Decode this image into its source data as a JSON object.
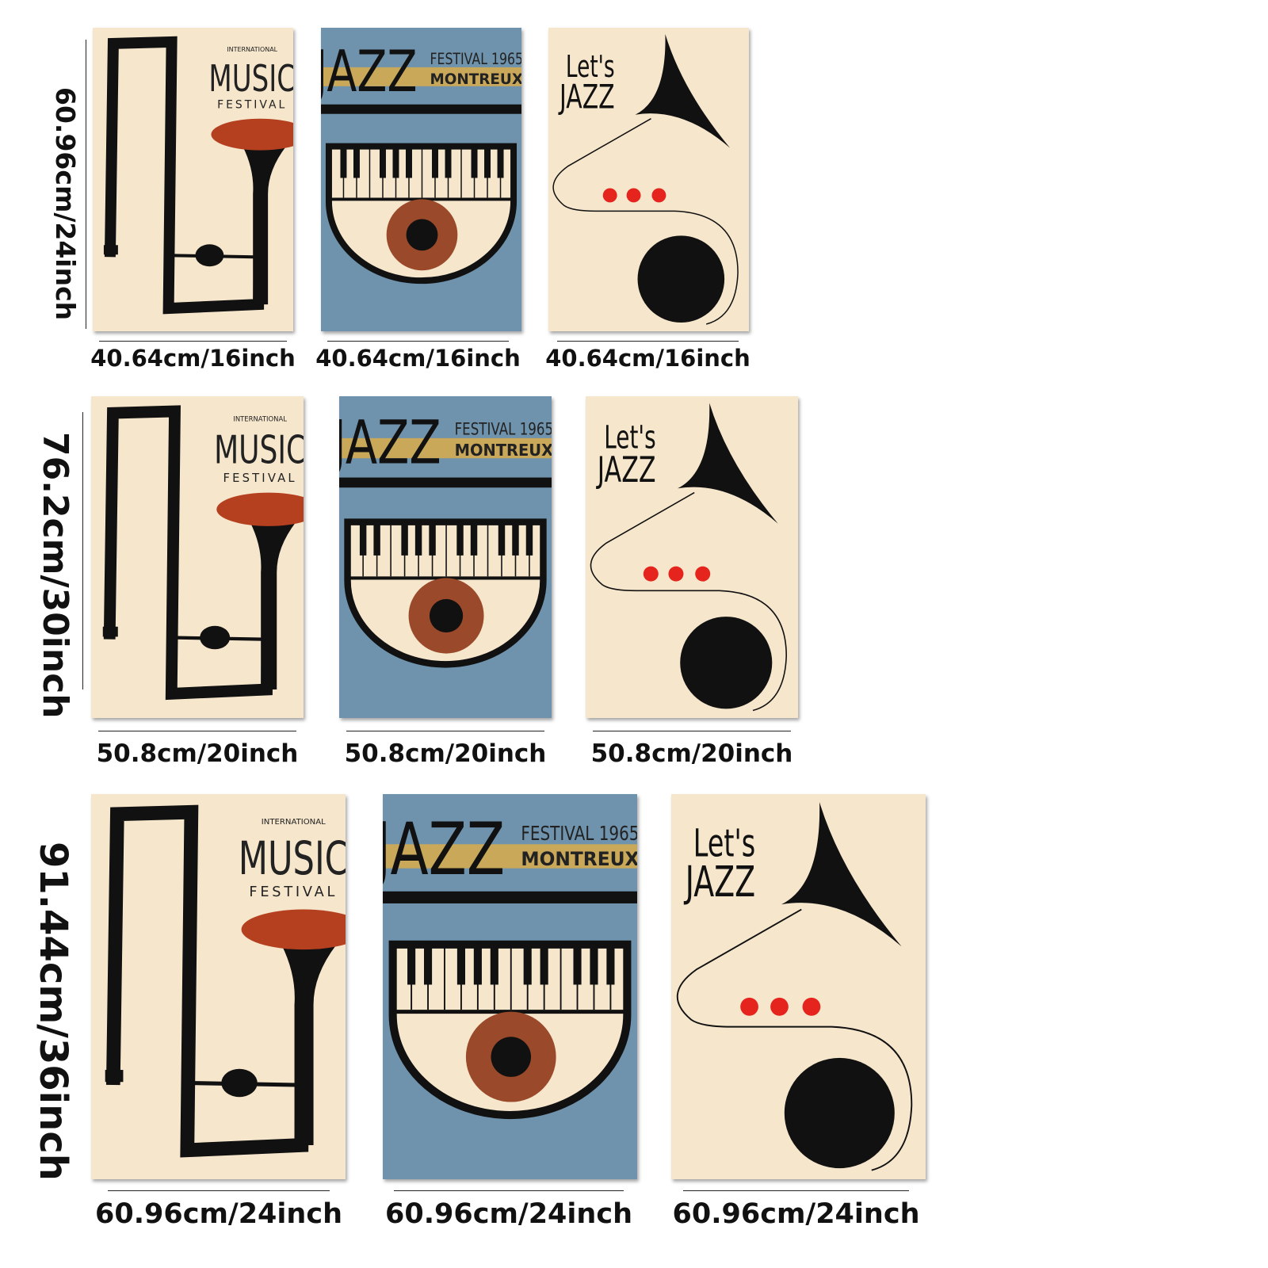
{
  "posters": {
    "music": {
      "top": "INTERNATIONAL",
      "title": "MUSIC",
      "sub": "FESTIVAL"
    },
    "jazz": {
      "title": "JAZZ",
      "line1": "FESTIVAL 1965",
      "line2": "MONTREUX"
    },
    "lets": {
      "line1": "Let's",
      "line2": "JAZZ"
    }
  },
  "sizes": [
    {
      "height": "60.96cm/24inch",
      "width": "40.64cm/16inch"
    },
    {
      "height": "76.2cm/30inch",
      "width": "50.8cm/20inch"
    },
    {
      "height": "91.44cm/36inch",
      "width": "60.96cm/24inch"
    }
  ],
  "colors": {
    "cream": "#f6e6cc",
    "blue": "#6f93ad",
    "gold": "#c9a85a",
    "rust": "#b5401f",
    "brown": "#9a4a2a",
    "red": "#e5251d"
  }
}
